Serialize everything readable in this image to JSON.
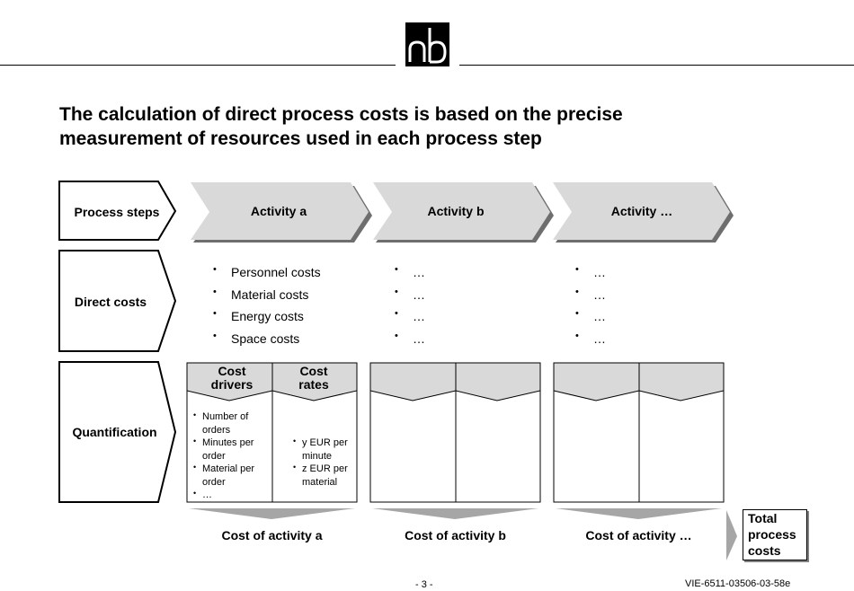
{
  "title": "The calculation of direct process costs is based on the precise measurement of resources used in each process step",
  "row_labels": {
    "process_steps": "Process steps",
    "direct_costs": "Direct costs",
    "quantification": "Quantification"
  },
  "activities": [
    "Activity a",
    "Activity b",
    "Activity …"
  ],
  "direct_costs": {
    "a": [
      "Personnel costs",
      "Material costs",
      "Energy costs",
      "Space costs"
    ],
    "b": [
      "…",
      "…",
      "…",
      "…"
    ],
    "c": [
      "…",
      "…",
      "…",
      "…"
    ]
  },
  "quantification": {
    "cost_drivers_header": "Cost drivers",
    "cost_rates_header": "Cost rates",
    "cost_drivers": [
      "Number of orders",
      "Minutes per order",
      "Material per order",
      "…"
    ],
    "cost_rates": [
      "y EUR per minute",
      "z EUR per material"
    ]
  },
  "cost_of_activity": [
    "Cost of activity a",
    "Cost of activity b",
    "Cost of activity …"
  ],
  "total": {
    "line1": "Total",
    "line2": "process",
    "line3": "costs"
  },
  "footer": {
    "page": "- 3 -",
    "doc_id": "VIE-6511-03506-03-58e"
  },
  "colors": {
    "arrow_fill": "#d9d9d9",
    "shadow": "#6e6e6e",
    "stroke": "#000000"
  }
}
